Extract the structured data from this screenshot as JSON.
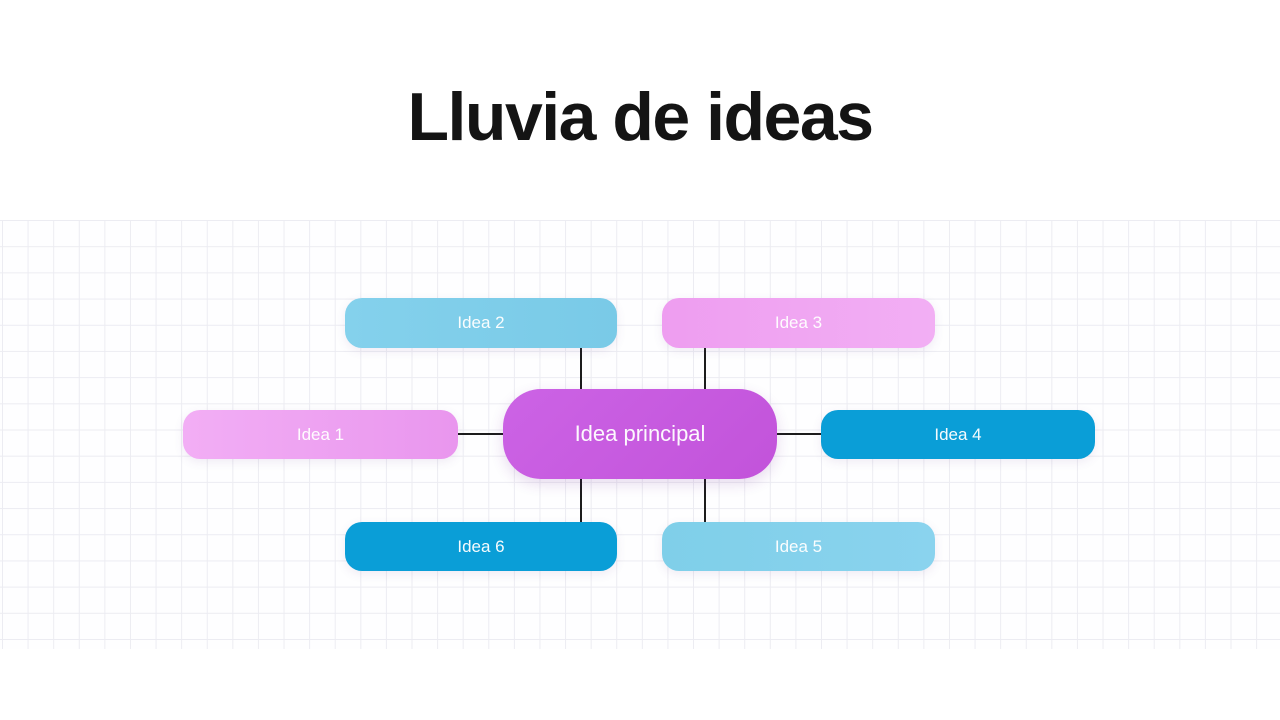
{
  "slide": {
    "title": "Lluvia de ideas",
    "background_color": "#ffffff",
    "title_color": "#141414"
  },
  "grid": {
    "line_color": "#ececf2",
    "area_background": "#fefeff"
  },
  "diagram": {
    "connector_color": "#1c1c1c",
    "nodes": [
      {
        "id": "idea-principal",
        "label": "Idea principal",
        "color": "#cc63e5",
        "color_end": "#c253da",
        "gradient_dir": "135deg",
        "text_color": "#ffffff",
        "role": "center"
      },
      {
        "id": "idea-1",
        "label": "Idea 1",
        "color": "#f2aef5",
        "color_end": "#e996ee",
        "gradient_dir": "90deg",
        "text_color": "#ffffff",
        "role": "branch"
      },
      {
        "id": "idea-2",
        "label": "Idea 2",
        "color": "#84d1ec",
        "color_end": "#79cae7",
        "gradient_dir": "90deg",
        "text_color": "#ffffff",
        "role": "branch"
      },
      {
        "id": "idea-3",
        "label": "Idea 3",
        "color": "#ee9df0",
        "color_end": "#f2aff4",
        "gradient_dir": "90deg",
        "text_color": "#ffffff",
        "role": "branch"
      },
      {
        "id": "idea-4",
        "label": "Idea 4",
        "color": "#0a9ed7",
        "color_end": "#0a9ed7",
        "gradient_dir": "90deg",
        "text_color": "#ffffff",
        "role": "branch"
      },
      {
        "id": "idea-5",
        "label": "Idea 5",
        "color": "#7fcfe9",
        "color_end": "#8ad3ee",
        "gradient_dir": "90deg",
        "text_color": "#ffffff",
        "role": "branch"
      },
      {
        "id": "idea-6",
        "label": "Idea 6",
        "color": "#0a9ed7",
        "color_end": "#0a9ed7",
        "gradient_dir": "90deg",
        "text_color": "#ffffff",
        "role": "branch"
      }
    ],
    "connections": [
      {
        "from": "idea-principal",
        "to": "idea-1"
      },
      {
        "from": "idea-principal",
        "to": "idea-2"
      },
      {
        "from": "idea-principal",
        "to": "idea-3"
      },
      {
        "from": "idea-principal",
        "to": "idea-4"
      },
      {
        "from": "idea-principal",
        "to": "idea-5"
      },
      {
        "from": "idea-principal",
        "to": "idea-6"
      }
    ]
  }
}
